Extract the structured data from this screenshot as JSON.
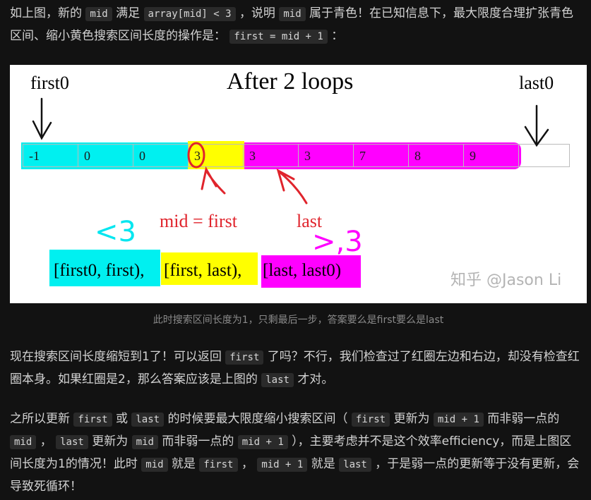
{
  "para1": {
    "t1": "如上图，新的",
    "c1": "mid",
    "t2": "满足",
    "c2": "array[mid] < 3",
    "t3": "，说明",
    "c3": "mid",
    "t4": "属于青色！在已知信息下，最大限度合理扩张青色区间、缩小黄色搜索区间长度的操作是：",
    "c4": "first = mid + 1",
    "t5": "："
  },
  "figure": {
    "title": "After 2 loops",
    "left_label": "first0",
    "right_label": "last0",
    "cells": [
      "-1",
      "0",
      "0",
      "3",
      "3",
      "3",
      "7",
      "8",
      "9",
      ""
    ],
    "mid_label": "mid = first",
    "last_label": "last",
    "lt3": "<3",
    "ge3": ">,3",
    "range1": "[first0, first),",
    "range2": "[first, last),",
    "range3": "[last, last0)",
    "watermark": "知乎 @Jason Li",
    "colors": {
      "cyan": "#00f0f0",
      "yellow": "#ffff00",
      "magenta": "#ff00ff",
      "red": "#e0242c"
    }
  },
  "caption": "此时搜索区间长度为1，只剩最后一步，答案要么是first要么是last",
  "para2": {
    "t1": "现在搜索区间长度缩短到1了！可以返回",
    "c1": "first",
    "t2": "了吗？不行，我们检查过了红圈左边和右边，却没有检查红圈本身。如果红圈是2，那么答案应该是上图的",
    "c2": "last",
    "t3": "才对。"
  },
  "para3": {
    "t1": "之所以更新",
    "c1": "first",
    "t2": "或",
    "c2": "last",
    "t3": "的时候要最大限度缩小搜索区间（",
    "c3": "first",
    "t4": "更新为",
    "c4": "mid + 1",
    "t5": "而非弱一点的",
    "c5": "mid",
    "t6": "，",
    "c6": "last",
    "t7": "更新为",
    "c7": "mid",
    "t8": "而非弱一点的",
    "c8": "mid + 1",
    "t9": "），主要考虑并不是这个效率efficiency，而是上图区间长度为1的情况！此时",
    "c9": "mid",
    "t10": "就是",
    "c10": "first",
    "t11": "，",
    "c11": "mid + 1",
    "t12": "就是",
    "c12": "last",
    "t13": "，于是弱一点的更新等于没有更新，会导致死循环！"
  }
}
